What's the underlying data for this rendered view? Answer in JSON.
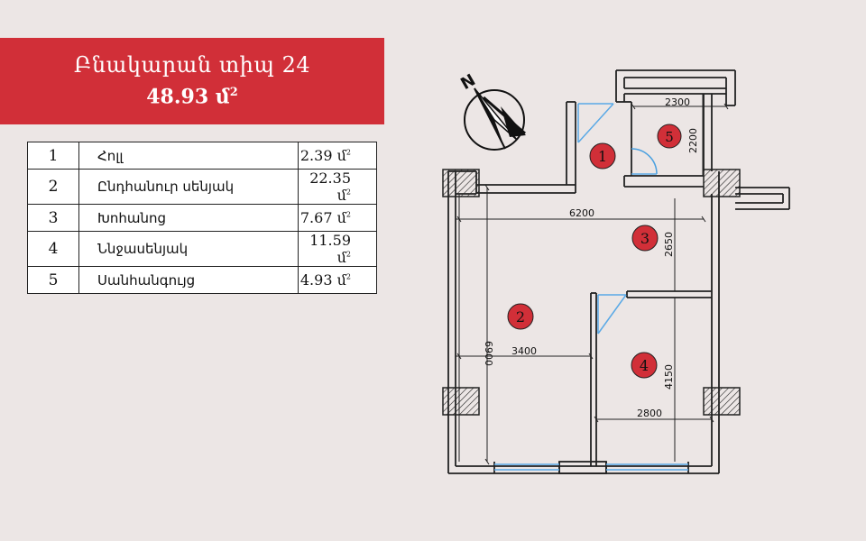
{
  "header": {
    "title": "Բնակարան տիպ 24",
    "area_value": "48.93",
    "area_unit": "մ",
    "area_sup": "2"
  },
  "rooms": [
    {
      "num": "1",
      "name": "Հոլլ",
      "area": "2.39",
      "unit": "մ",
      "sup": "2"
    },
    {
      "num": "2",
      "name": "Ընդհանուր սենյակ",
      "area": "22.35",
      "unit": "մ",
      "sup": "2"
    },
    {
      "num": "3",
      "name": "Խոհանոց",
      "area": "7.67",
      "unit": "մ",
      "sup": "2"
    },
    {
      "num": "4",
      "name": "Ննջասենյակ",
      "area": "11.59",
      "unit": "մ",
      "sup": "2"
    },
    {
      "num": "5",
      "name": "Սանհանգույց",
      "area": "4.93",
      "unit": "մ",
      "sup": "2"
    }
  ],
  "plan": {
    "compass_label": "N",
    "markers": [
      "1",
      "2",
      "3",
      "4",
      "5"
    ],
    "dimensions": {
      "d2300": "2300",
      "d2200": "2200",
      "d6200": "6200",
      "d2650": "2650",
      "d6900": "6900",
      "d3400": "3400",
      "d4150": "4150",
      "d2800": "2800"
    }
  },
  "colors": {
    "accent": "#d12f38",
    "background": "#ece6e5",
    "window": "#5aa9e6",
    "wall": "#222222"
  }
}
